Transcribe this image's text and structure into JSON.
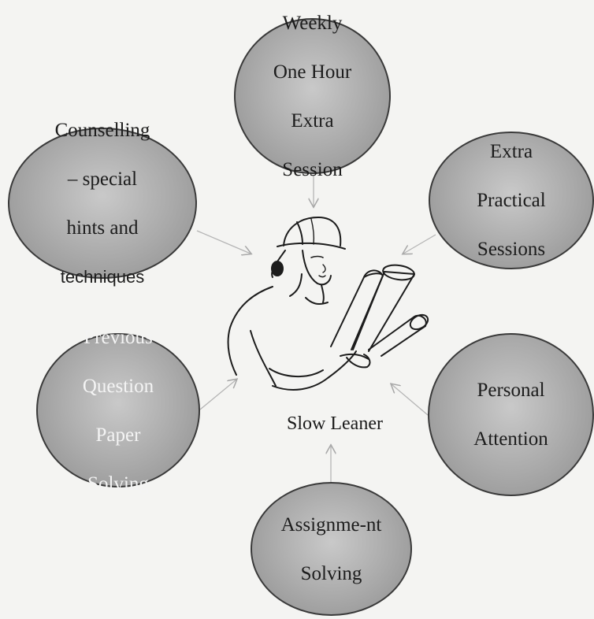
{
  "diagram": {
    "center": {
      "label": "Slow Leaner",
      "figure_icon": "engineer-with-blueprints-icon"
    },
    "nodes": [
      {
        "id": "weekly",
        "lines": [
          "Weekly",
          "One Hour",
          "Extra",
          "Session"
        ]
      },
      {
        "id": "counselling",
        "lines": [
          "Counselling",
          "– special",
          "hints and",
          "techniques"
        ]
      },
      {
        "id": "practical",
        "lines": [
          "Extra",
          "Practical",
          "Sessions"
        ]
      },
      {
        "id": "previous",
        "lines": [
          "Previous",
          "Question",
          "Paper",
          "Solving"
        ]
      },
      {
        "id": "personal",
        "lines": [
          "Personal",
          "Attention"
        ]
      },
      {
        "id": "assignment",
        "lines": [
          "Assignme-nt",
          "Solving"
        ]
      }
    ],
    "colors": {
      "bubble_fill": "#a9a9a9",
      "bubble_border": "#3a3a3a",
      "arrow": "#b5b5b5"
    }
  }
}
